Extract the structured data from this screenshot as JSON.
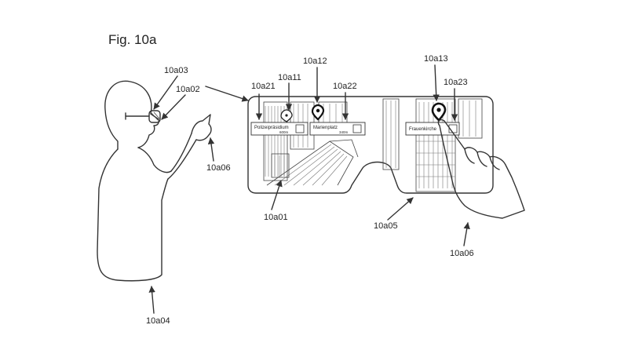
{
  "figure": {
    "title": "Fig. 10a"
  },
  "labels": {
    "user": "10a04",
    "glasses": "10a03",
    "eye": "10a02",
    "hand_user": "10a06",
    "hand_display": "10a06",
    "left_display": "10a01",
    "right_display": "10a05",
    "poi_left_marker": "10a11",
    "poi_center_marker": "10a12",
    "poi_right_marker": "10a13",
    "label_left": "10a21",
    "label_center": "10a22",
    "label_right": "10a23"
  },
  "poi": [
    {
      "name": "Polizeipräsidium",
      "distance": "600m"
    },
    {
      "name": "Marienplatz",
      "distance": "340m"
    },
    {
      "name": "Frauenkirche",
      "distance": ""
    }
  ]
}
